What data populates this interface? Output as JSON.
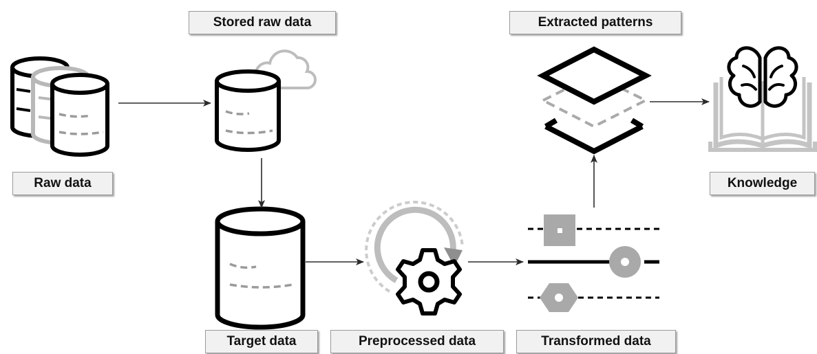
{
  "labels": {
    "raw_data": "Raw data",
    "stored_raw_data": "Stored raw data",
    "target_data": "Target data",
    "preprocessed_data": "Preprocessed data",
    "transformed_data": "Transformed data",
    "extracted_patterns": "Extracted patterns",
    "knowledge": "Knowledge"
  },
  "colors": {
    "stroke": "#000000",
    "gray": "#9b9b9b",
    "light_gray": "#c6c6c6",
    "label_bg": "#f1f1f1",
    "arrow": "#2b2b2b"
  },
  "icons": {
    "raw_data": "database-stack-icon",
    "stored_raw_data": "cloud-database-icon",
    "target_data": "database-icon",
    "preprocessed_data": "gear-refresh-icon",
    "transformed_data": "sliders-icon",
    "extracted_patterns": "layers-icon",
    "knowledge": "brain-book-icon"
  }
}
